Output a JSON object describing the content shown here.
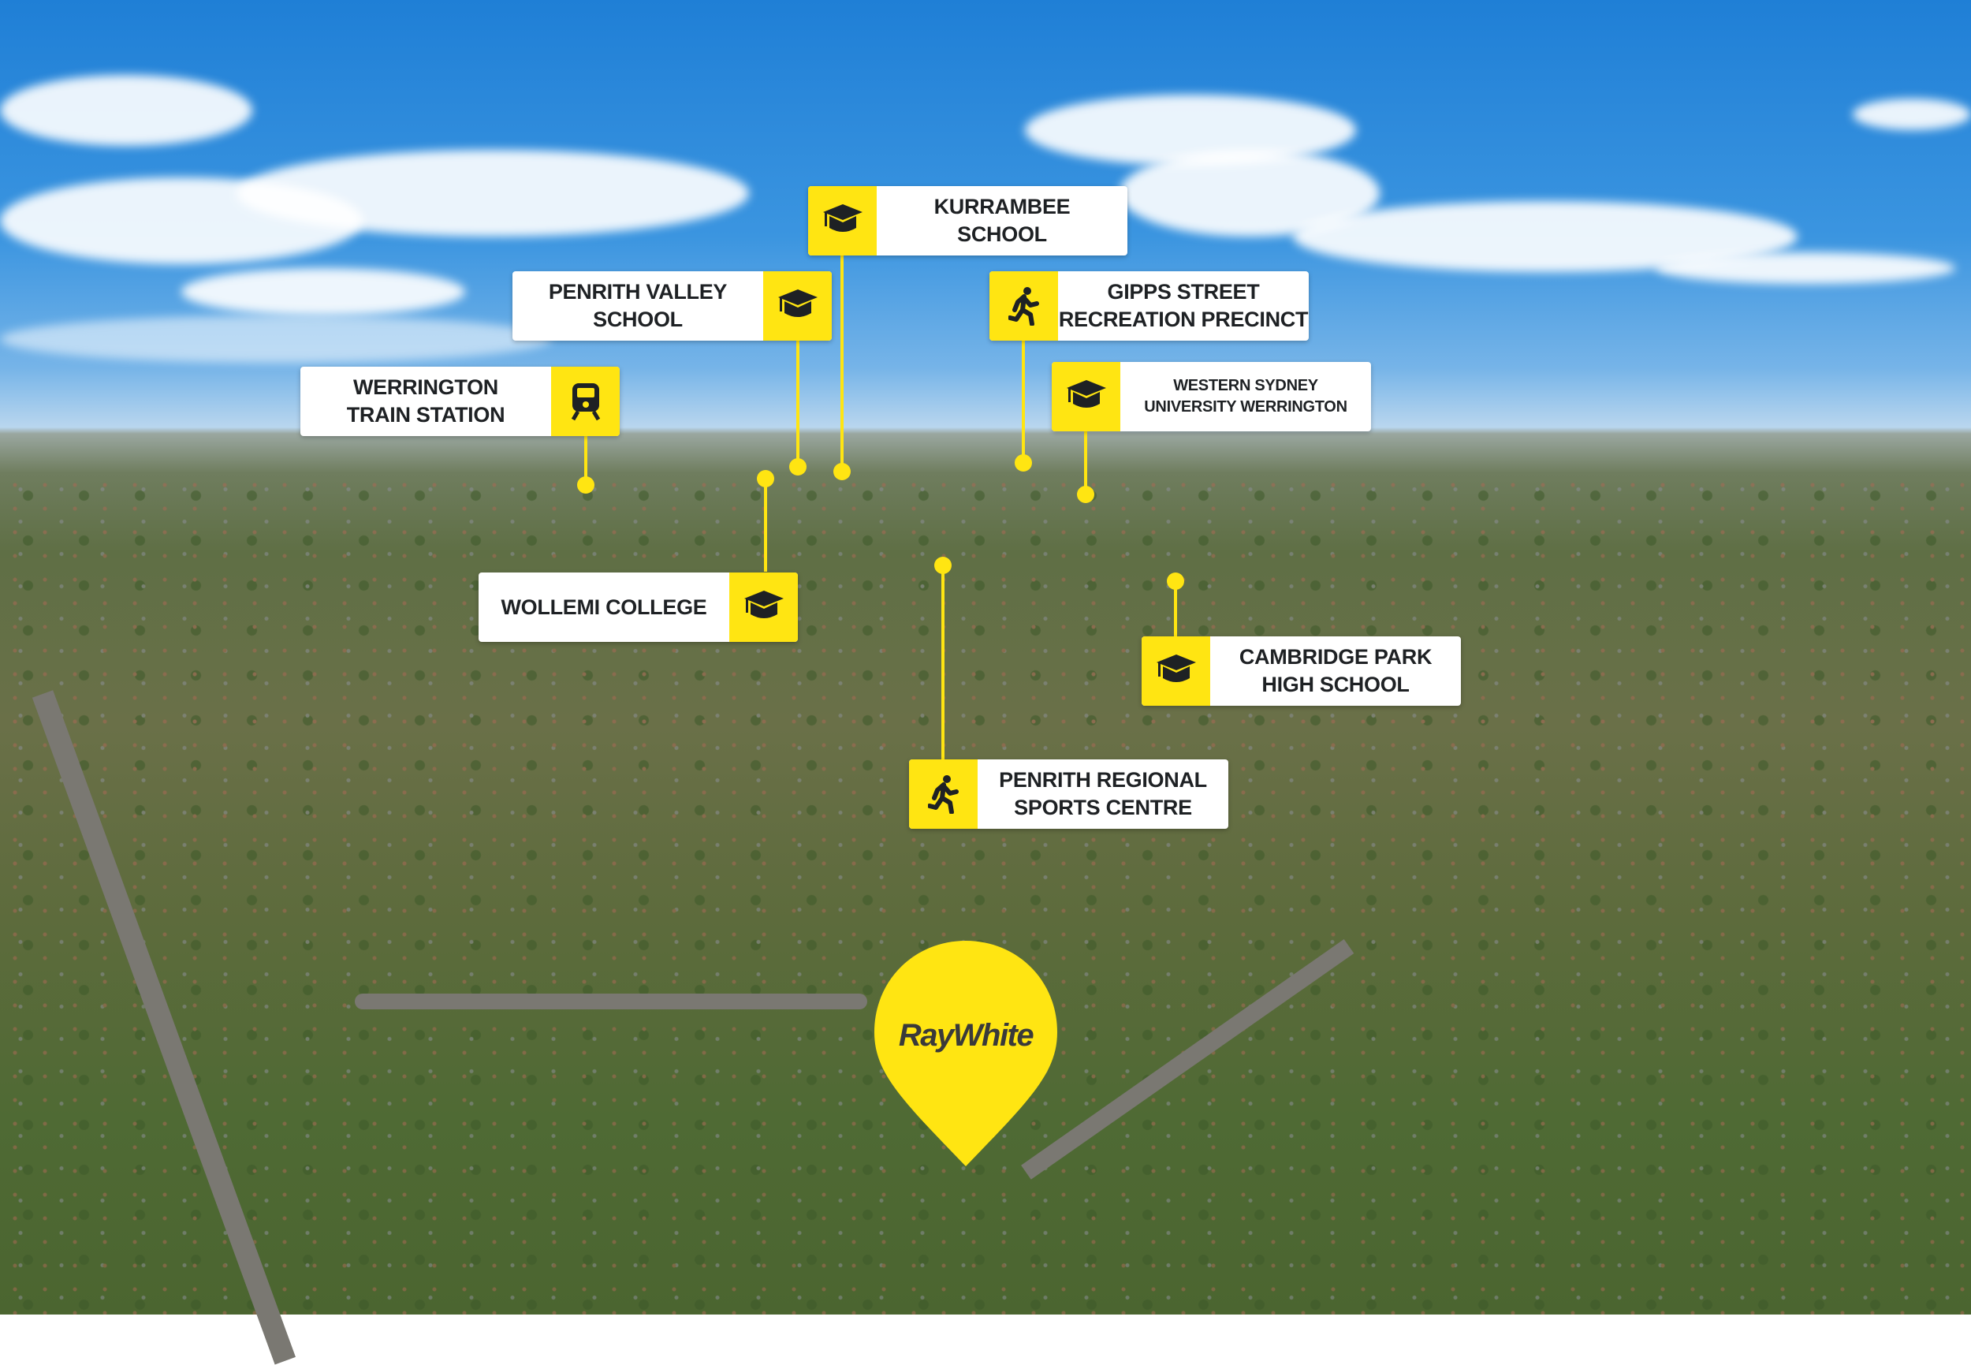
{
  "brand": {
    "name": "RayWhite",
    "color": "#ffe512"
  },
  "colors": {
    "accent": "#ffe512",
    "label_bg": "#ffffff",
    "label_text": "#1e2124"
  },
  "labels": [
    {
      "text": "KURRAMBEE\nSCHOOL",
      "icon": "graduation-cap-icon"
    },
    {
      "text": "PENRITH VALLEY\nSCHOOL",
      "icon": "graduation-cap-icon"
    },
    {
      "text": "GIPPS STREET\nRECREATION PRECINCT",
      "icon": "running-person-icon"
    },
    {
      "text": "WERRINGTON\nTRAIN STATION",
      "icon": "train-icon"
    },
    {
      "text": "WESTERN SYDNEY\nUNIVERSITY WERRINGTON",
      "icon": "graduation-cap-icon"
    },
    {
      "text": "WOLLEMI COLLEGE",
      "icon": "graduation-cap-icon"
    },
    {
      "text": "CAMBRIDGE PARK\nHIGH SCHOOL",
      "icon": "graduation-cap-icon"
    },
    {
      "text": "PENRITH REGIONAL\nSPORTS CENTRE",
      "icon": "running-person-icon"
    }
  ]
}
